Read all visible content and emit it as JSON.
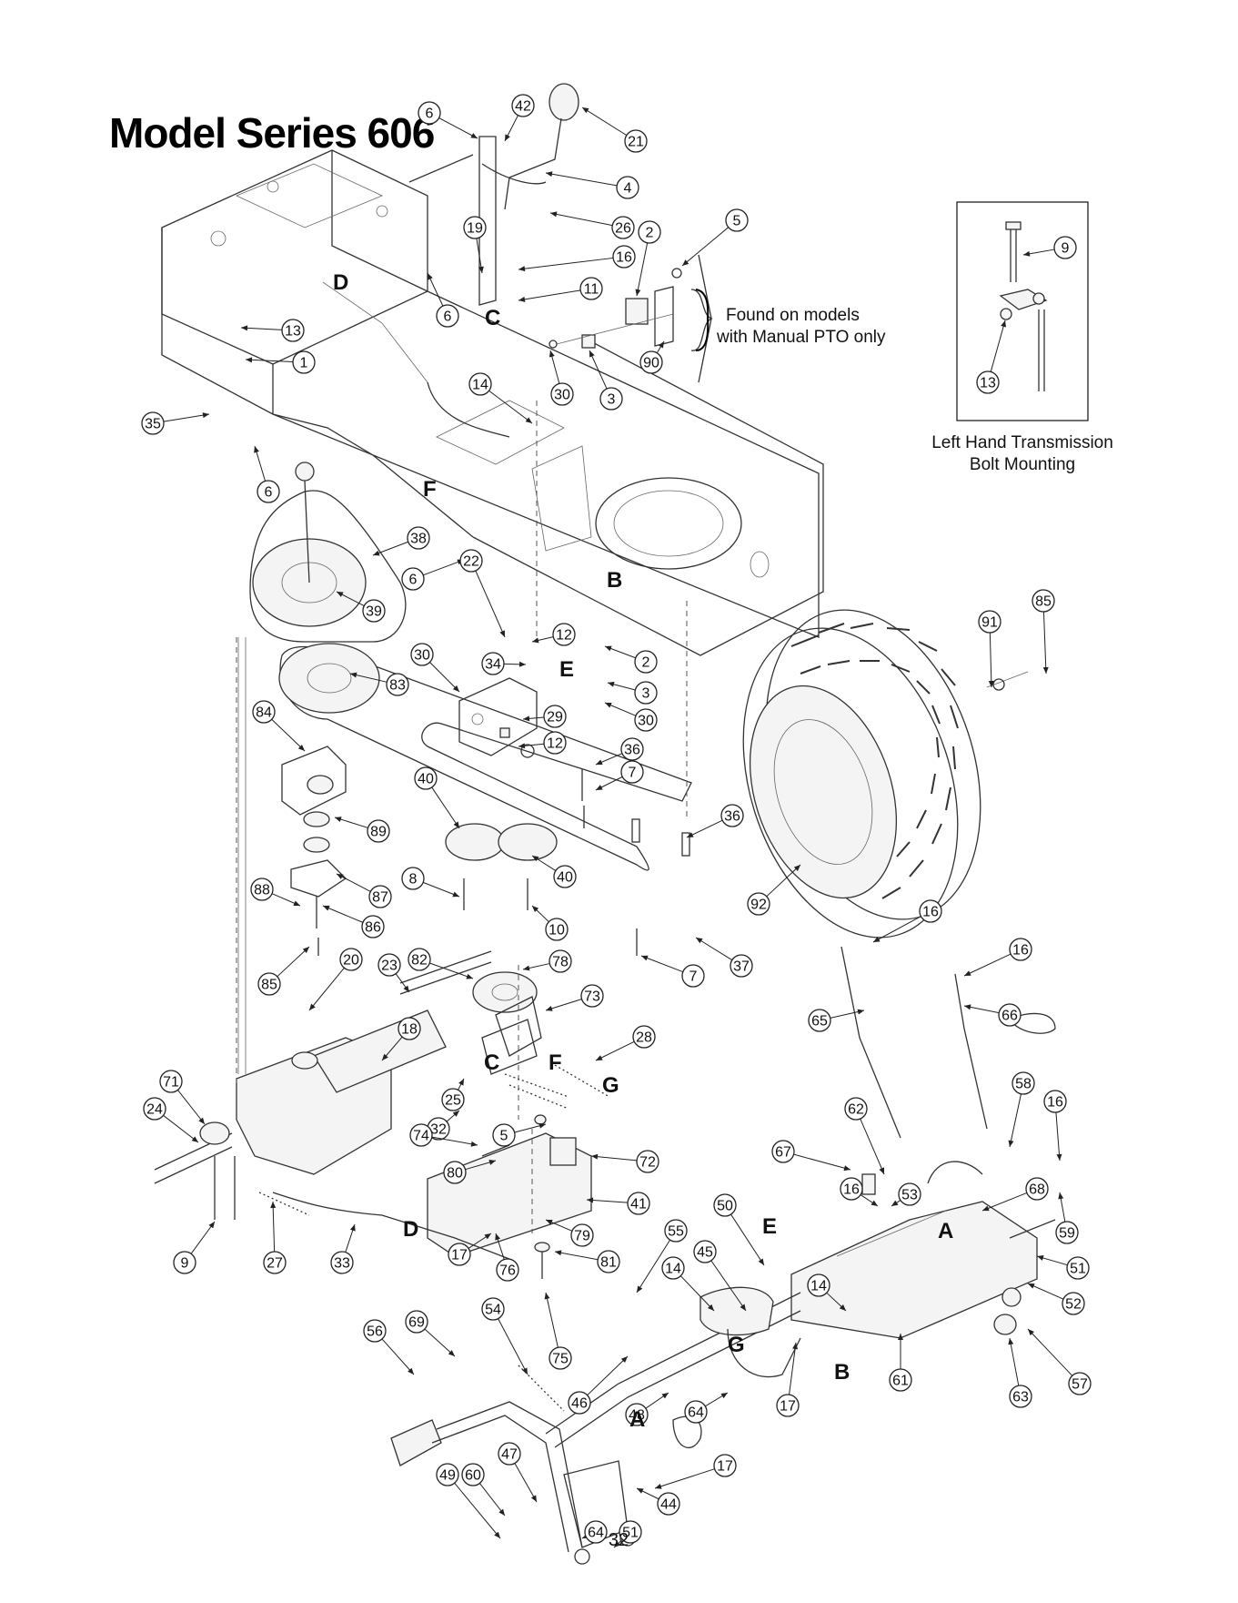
{
  "title": "Model Series 606",
  "page_number": "32",
  "notes": {
    "manual_pto_line1": "Found on models",
    "manual_pto_line2": "with Manual PTO only",
    "inset_caption_line1": "Left Hand Transmission",
    "inset_caption_line2": "Bolt Mounting"
  },
  "callouts": [
    {
      "id": "c6a",
      "label": "6"
    },
    {
      "id": "c42",
      "label": "42"
    },
    {
      "id": "c21",
      "label": "21"
    },
    {
      "id": "c4",
      "label": "4"
    },
    {
      "id": "c26",
      "label": "26"
    },
    {
      "id": "c19",
      "label": "19"
    },
    {
      "id": "c16a",
      "label": "16"
    },
    {
      "id": "c11",
      "label": "11"
    },
    {
      "id": "c2a",
      "label": "2"
    },
    {
      "id": "c5a",
      "label": "5"
    },
    {
      "id": "c90",
      "label": "90"
    },
    {
      "id": "c30a",
      "label": "30"
    },
    {
      "id": "c3a",
      "label": "3"
    },
    {
      "id": "c6b",
      "label": "6"
    },
    {
      "id": "c13a",
      "label": "13"
    },
    {
      "id": "c1",
      "label": "1"
    },
    {
      "id": "c35",
      "label": "35"
    },
    {
      "id": "c6c",
      "label": "6"
    },
    {
      "id": "c14a",
      "label": "14"
    },
    {
      "id": "c9a",
      "label": "9"
    },
    {
      "id": "c13b",
      "label": "13"
    },
    {
      "id": "c38",
      "label": "38"
    },
    {
      "id": "c6d",
      "label": "6"
    },
    {
      "id": "c39",
      "label": "39"
    },
    {
      "id": "c22",
      "label": "22"
    },
    {
      "id": "c12a",
      "label": "12"
    },
    {
      "id": "c2b",
      "label": "2"
    },
    {
      "id": "c30b",
      "label": "30"
    },
    {
      "id": "c34",
      "label": "34"
    },
    {
      "id": "c83",
      "label": "83"
    },
    {
      "id": "c3b",
      "label": "3"
    },
    {
      "id": "c30c",
      "label": "30"
    },
    {
      "id": "c29",
      "label": "29"
    },
    {
      "id": "c12b",
      "label": "12"
    },
    {
      "id": "c84",
      "label": "84"
    },
    {
      "id": "c91",
      "label": "91"
    },
    {
      "id": "c85a",
      "label": "85"
    },
    {
      "id": "c36a",
      "label": "36"
    },
    {
      "id": "c7a",
      "label": "7"
    },
    {
      "id": "c40a",
      "label": "40"
    },
    {
      "id": "c36b",
      "label": "36"
    },
    {
      "id": "c89",
      "label": "89"
    },
    {
      "id": "c40b",
      "label": "40"
    },
    {
      "id": "c8",
      "label": "8"
    },
    {
      "id": "c88",
      "label": "88"
    },
    {
      "id": "c87",
      "label": "87"
    },
    {
      "id": "c92",
      "label": "92"
    },
    {
      "id": "c86",
      "label": "86"
    },
    {
      "id": "c10",
      "label": "10"
    },
    {
      "id": "c16b",
      "label": "16"
    },
    {
      "id": "c37",
      "label": "37"
    },
    {
      "id": "c7b",
      "label": "7"
    },
    {
      "id": "c85b",
      "label": "85"
    },
    {
      "id": "c20",
      "label": "20"
    },
    {
      "id": "c23",
      "label": "23"
    },
    {
      "id": "c82",
      "label": "82"
    },
    {
      "id": "c78",
      "label": "78"
    },
    {
      "id": "c16c",
      "label": "16"
    },
    {
      "id": "c73",
      "label": "73"
    },
    {
      "id": "c65",
      "label": "65"
    },
    {
      "id": "c66",
      "label": "66"
    },
    {
      "id": "c28",
      "label": "28"
    },
    {
      "id": "c18",
      "label": "18"
    },
    {
      "id": "c71",
      "label": "71"
    },
    {
      "id": "c24",
      "label": "24"
    },
    {
      "id": "c25",
      "label": "25"
    },
    {
      "id": "c32",
      "label": "32"
    },
    {
      "id": "c5b",
      "label": "5"
    },
    {
      "id": "c58",
      "label": "58"
    },
    {
      "id": "c16d",
      "label": "16"
    },
    {
      "id": "c62",
      "label": "62"
    },
    {
      "id": "c74",
      "label": "74"
    },
    {
      "id": "c72",
      "label": "72"
    },
    {
      "id": "c67",
      "label": "67"
    },
    {
      "id": "c80",
      "label": "80"
    },
    {
      "id": "c16e",
      "label": "16"
    },
    {
      "id": "c53",
      "label": "53"
    },
    {
      "id": "c68",
      "label": "68"
    },
    {
      "id": "c41",
      "label": "41"
    },
    {
      "id": "c50",
      "label": "50"
    },
    {
      "id": "c59",
      "label": "59"
    },
    {
      "id": "c9b",
      "label": "9"
    },
    {
      "id": "c27",
      "label": "27"
    },
    {
      "id": "c33",
      "label": "33"
    },
    {
      "id": "c17a",
      "label": "17"
    },
    {
      "id": "c76",
      "label": "76"
    },
    {
      "id": "c79",
      "label": "79"
    },
    {
      "id": "c55",
      "label": "55"
    },
    {
      "id": "c81",
      "label": "81"
    },
    {
      "id": "c45",
      "label": "45"
    },
    {
      "id": "c14b",
      "label": "14"
    },
    {
      "id": "c51a",
      "label": "51"
    },
    {
      "id": "c14c",
      "label": "14"
    },
    {
      "id": "c52",
      "label": "52"
    },
    {
      "id": "c54",
      "label": "54"
    },
    {
      "id": "c56",
      "label": "56"
    },
    {
      "id": "c69",
      "label": "69"
    },
    {
      "id": "c75",
      "label": "75"
    },
    {
      "id": "c46",
      "label": "46"
    },
    {
      "id": "c17b",
      "label": "17"
    },
    {
      "id": "c61",
      "label": "61"
    },
    {
      "id": "c48",
      "label": "48"
    },
    {
      "id": "c64a",
      "label": "64"
    },
    {
      "id": "c63",
      "label": "63"
    },
    {
      "id": "c57",
      "label": "57"
    },
    {
      "id": "c47",
      "label": "47"
    },
    {
      "id": "c60",
      "label": "60"
    },
    {
      "id": "c49",
      "label": "49"
    },
    {
      "id": "c17c",
      "label": "17"
    },
    {
      "id": "c44",
      "label": "44"
    },
    {
      "id": "c64b",
      "label": "64"
    },
    {
      "id": "c51b",
      "label": "51"
    }
  ],
  "ref_letters": [
    {
      "id": "lC1",
      "label": "C"
    },
    {
      "id": "lD1",
      "label": "D"
    },
    {
      "id": "lF1",
      "label": "F"
    },
    {
      "id": "lB1",
      "label": "B"
    },
    {
      "id": "lE1",
      "label": "E"
    },
    {
      "id": "lC2",
      "label": "C"
    },
    {
      "id": "lF2",
      "label": "F"
    },
    {
      "id": "lG1",
      "label": "G"
    },
    {
      "id": "lD2",
      "label": "D"
    },
    {
      "id": "lE2",
      "label": "E"
    },
    {
      "id": "lA1",
      "label": "A"
    },
    {
      "id": "lG2",
      "label": "G"
    },
    {
      "id": "lB2",
      "label": "B"
    },
    {
      "id": "lA2",
      "label": "A"
    }
  ]
}
